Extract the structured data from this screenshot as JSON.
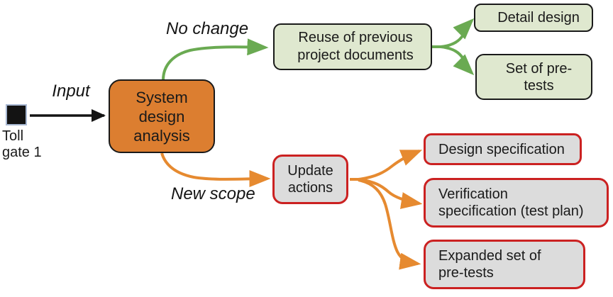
{
  "diagram": {
    "title": "Toll gate 1 system design analysis flow",
    "nodes": {
      "toll_gate": {
        "label": "Toll\ngate 1",
        "shape": "filled-square-terminator"
      },
      "system_design": {
        "label": "System\ndesign\nanalysis",
        "fill": "#dc7e30"
      },
      "reuse_docs": {
        "label": "Reuse of previous\nproject documents",
        "fill": "#dfe8cf"
      },
      "detail_design": {
        "label": "Detail design",
        "fill": "#dfe8cf"
      },
      "set_pretests": {
        "label": "Set of pre-\ntests",
        "fill": "#dfe8cf"
      },
      "update_actions": {
        "label": "Update\nactions",
        "fill": "#dcdcdc",
        "border": "#cb2121"
      },
      "design_spec": {
        "label": "Design specification",
        "fill": "#dcdcdc",
        "border": "#cb2121"
      },
      "verification_spec": {
        "label": "Verification\nspecification (test plan)",
        "fill": "#dcdcdc",
        "border": "#cb2121"
      },
      "expanded_pretests": {
        "label": "Expanded set of\npre-tests",
        "fill": "#dcdcdc",
        "border": "#cb2121"
      }
    },
    "edge_labels": {
      "input": "Input",
      "no_change": "No change",
      "new_scope": "New scope"
    },
    "edges": [
      {
        "from": "toll_gate",
        "to": "system_design",
        "label": "Input",
        "color": "#141414"
      },
      {
        "from": "system_design",
        "to": "reuse_docs",
        "label": "No change",
        "color": "#6aaa52"
      },
      {
        "from": "reuse_docs",
        "to": "detail_design",
        "label": "",
        "color": "#6aaa52"
      },
      {
        "from": "reuse_docs",
        "to": "set_pretests",
        "label": "",
        "color": "#6aaa52"
      },
      {
        "from": "system_design",
        "to": "update_actions",
        "label": "New scope",
        "color": "#e68a30"
      },
      {
        "from": "update_actions",
        "to": "design_spec",
        "label": "",
        "color": "#e68a30"
      },
      {
        "from": "update_actions",
        "to": "verification_spec",
        "label": "",
        "color": "#e68a30"
      },
      {
        "from": "update_actions",
        "to": "expanded_pretests",
        "label": "",
        "color": "#e68a30"
      }
    ],
    "palette": {
      "background": "#ffffff",
      "ink": "#1a1a1a",
      "orange_fill": "#dc7e30",
      "orange_arrow": "#e68a30",
      "green_fill": "#dfe8cf",
      "green_arrow": "#6aaa52",
      "grey_fill": "#dcdcdc",
      "red_border": "#cb2121",
      "square_outline": "#a8b8d2"
    }
  }
}
